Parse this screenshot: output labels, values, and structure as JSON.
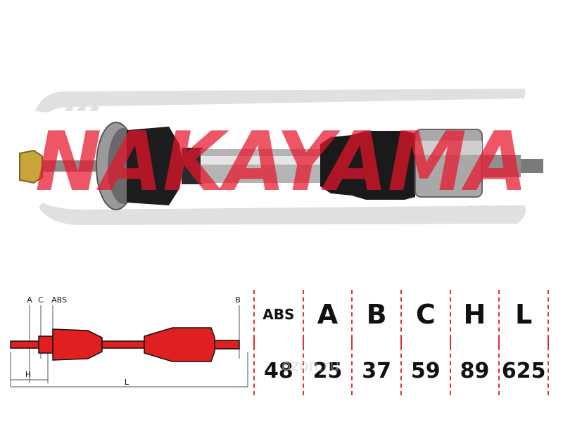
{
  "brand": {
    "logo_text": "NAKAYAMA",
    "logo_color": "#e8142a"
  },
  "schematic": {
    "labels": {
      "a": "A",
      "c": "C",
      "abs": "ABS",
      "b": "B",
      "h": "H",
      "l": "L"
    },
    "shaft_color": "#e02020"
  },
  "specs": {
    "headers": [
      "ABS",
      "A",
      "B",
      "C",
      "H",
      "L"
    ],
    "values": [
      "48",
      "25",
      "37",
      "59",
      "89",
      "625"
    ]
  },
  "watermark": "ozon.ru",
  "colors": {
    "divider": "#e03030",
    "text": "#111111"
  }
}
